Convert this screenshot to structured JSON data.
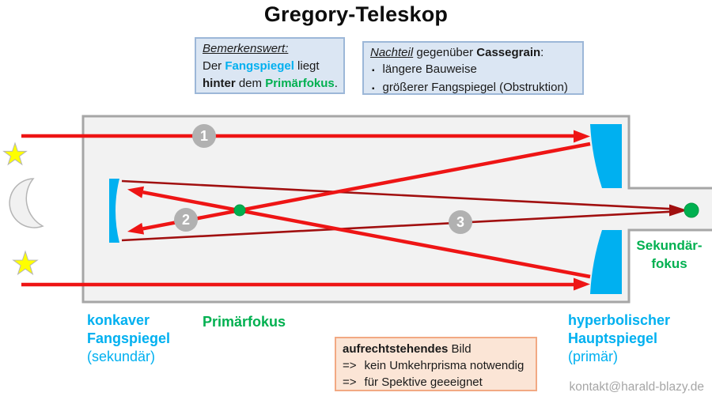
{
  "title": "Gregory-Teleskop",
  "remark_box": {
    "heading": "Bemerkenswert:",
    "line2_part1": "Der ",
    "line2_highlight": "Fangspiegel",
    "line2_part2": " liegt",
    "line3_bold": "hinter",
    "line3_mid": " dem ",
    "line3_highlight": "Primärfokus",
    "line3_end": "."
  },
  "disadvantage_box": {
    "heading_underline": "Nachteil",
    "heading_mid": " gegenüber ",
    "heading_bold": "Cassegrain",
    "heading_end": ":",
    "bullet_glyph": "▪",
    "bullets": [
      "längere Bauweise",
      "größerer Fangspiegel (Obstruktion)"
    ]
  },
  "diagram": {
    "steps": [
      "1",
      "2",
      "3"
    ],
    "labels": {
      "secondary_mirror": [
        "konkaver",
        "Fangspiegel",
        "(sekundär)"
      ],
      "primary_focus": "Primärfokus",
      "secondary_focus": [
        "Sekundär-",
        "fokus"
      ],
      "primary_mirror": [
        "hyperbolischer",
        "Hauptspiegel",
        "(primär)"
      ]
    }
  },
  "image_box": {
    "line1_bold": "aufrechtstehendes",
    "line1_rest": " Bild",
    "arrow": "=>",
    "line2": "kein Umkehrprisma notwendig",
    "line3": "für Spektive geeeignet"
  },
  "footer": {
    "contact": "kontakt@harald-blazy.de"
  },
  "colors": {
    "mirror_cyan": "#00b0f0",
    "focus_green": "#00b050",
    "ray_red": "#ee1515",
    "converging_ray_dark_red": "#a11010",
    "tube_fill": "#f2f2f2",
    "tube_border": "#a6a6a6",
    "note_box_fill": "#dbe6f3",
    "note_box_border": "#9cb7d8",
    "image_box_fill": "#fbe5d6",
    "image_box_border": "#f2a983",
    "star_yellow": "#ffff00"
  }
}
